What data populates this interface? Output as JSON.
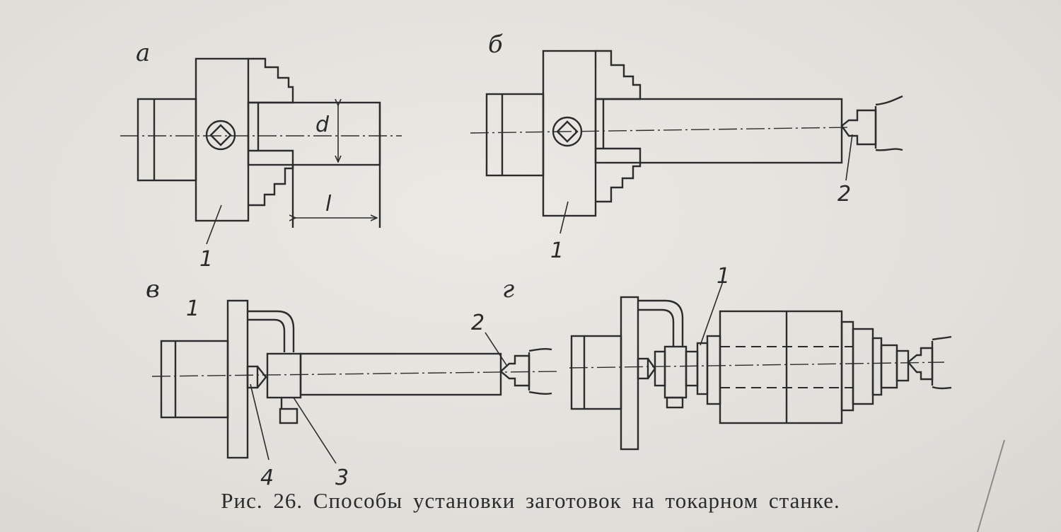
{
  "figure": {
    "caption": "Рис. 26. Способы установки заготовок на токарном станке.",
    "subfigures": {
      "a": "а",
      "b": "б",
      "v": "в",
      "g": "г"
    },
    "labels": {
      "a_chuck": "1",
      "a_diameter": "d",
      "a_length": "l",
      "b_chuck": "1",
      "b_center": "2",
      "v_faceplate": "1",
      "v_center": "2",
      "v_clamp": "3",
      "v_front_center": "4",
      "g_part": "1"
    }
  }
}
